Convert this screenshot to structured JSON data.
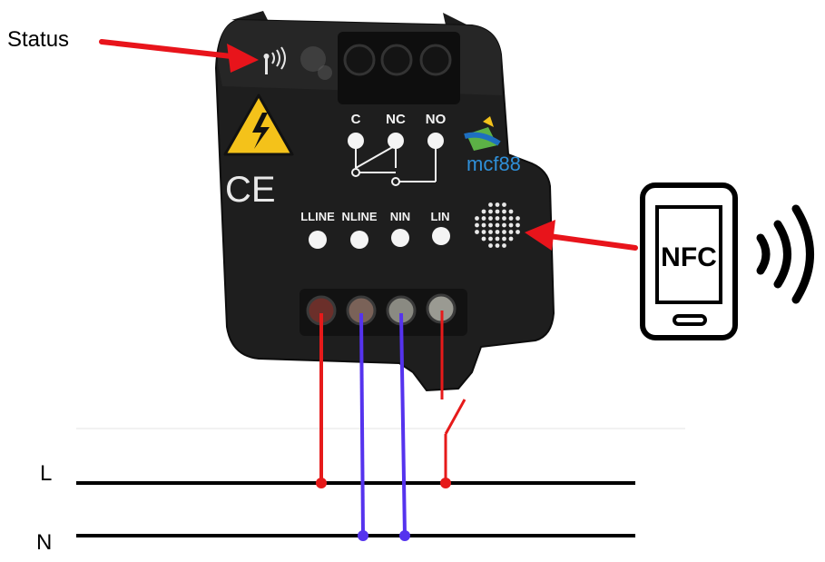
{
  "callouts": {
    "status": "Status"
  },
  "relay_terminals": [
    "C",
    "NC",
    "NO"
  ],
  "power_terminals": [
    "LLINE",
    "NLINE",
    "NIN",
    "LIN"
  ],
  "brand": {
    "logo": "mcf88"
  },
  "phone": {
    "label": "NFC"
  },
  "marks": {
    "ce": "CE"
  },
  "lines": {
    "l": "L",
    "n": "N"
  },
  "colors": {
    "device_body": "#1c1c1c",
    "arrow": "#e8141b",
    "phase_wire": "#e61a1a",
    "neutral_wire": "#5533ee",
    "bus_line": "#000000",
    "warning_yellow": "#f4c21a",
    "logo_blue": "#1e6fc0",
    "logo_green": "#5cb146"
  },
  "icons": [
    "status-led-icon",
    "warning-high-voltage-icon",
    "ce-mark-icon",
    "nfc-antenna-icon",
    "smartphone-icon",
    "nfc-waves-icon",
    "relay-switch-icon"
  ]
}
